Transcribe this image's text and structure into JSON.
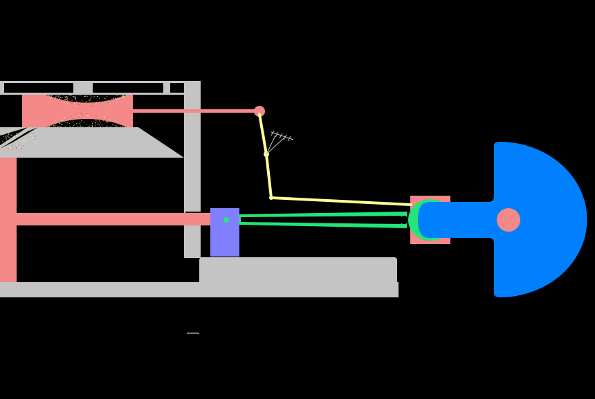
{
  "colors": {
    "background": "#000000",
    "frame": "#c4c4c4",
    "valve_and_piston": "#f58888",
    "crosshead": "#8080ff",
    "connecting_rod": "#22e67a",
    "valve_linkage": "#ffff99",
    "flywheel": "#0080ff",
    "steam_speckle": "#c8b040"
  },
  "parts": [
    "cylinder-frame",
    "valve-chest",
    "valve-rod",
    "piston",
    "piston-rod",
    "crosshead",
    "connecting-rod",
    "crank-block",
    "flywheel",
    "crank-pin",
    "valve-linkage",
    "linkage-pivot"
  ]
}
